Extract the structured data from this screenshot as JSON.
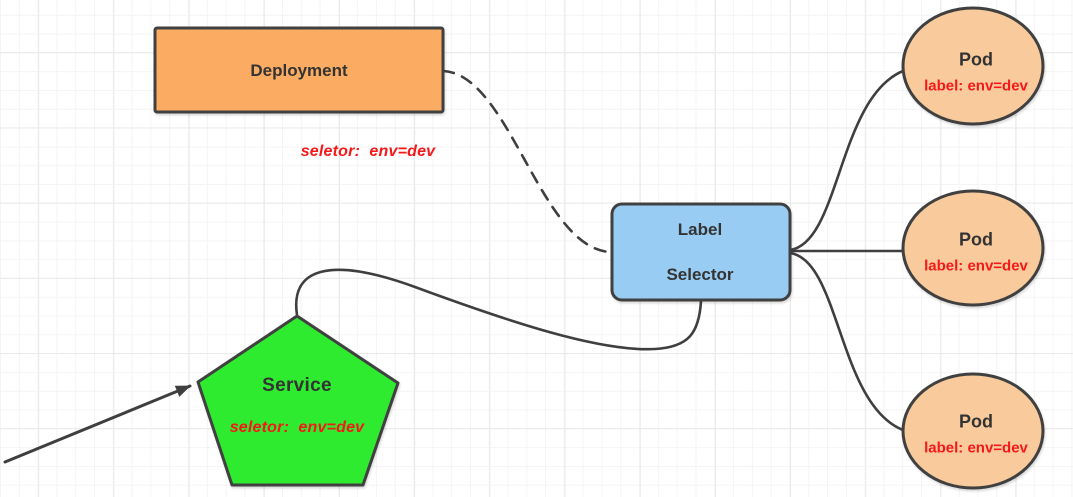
{
  "diagram": {
    "deployment": {
      "label": "Deployment",
      "note": "seletor:  env=dev"
    },
    "label_selector": {
      "line1": "Label",
      "line2": "Selector"
    },
    "service": {
      "label": "Service",
      "note": "seletor:  env=dev"
    },
    "pods": [
      {
        "title": "Pod",
        "label": "label: env=dev"
      },
      {
        "title": "Pod",
        "label": "label: env=dev"
      },
      {
        "title": "Pod",
        "label": "label: env=dev"
      }
    ],
    "colors": {
      "deployment_fill": "#FBAC62",
      "label_selector_fill": "#99CCF3",
      "service_fill": "#2FEB2F",
      "pod_fill": "#F9CB9C",
      "connector_stroke": "#3F3F3F",
      "shape_border": "#404040",
      "note_red": "#F51818",
      "text_dark": "#333333"
    }
  }
}
